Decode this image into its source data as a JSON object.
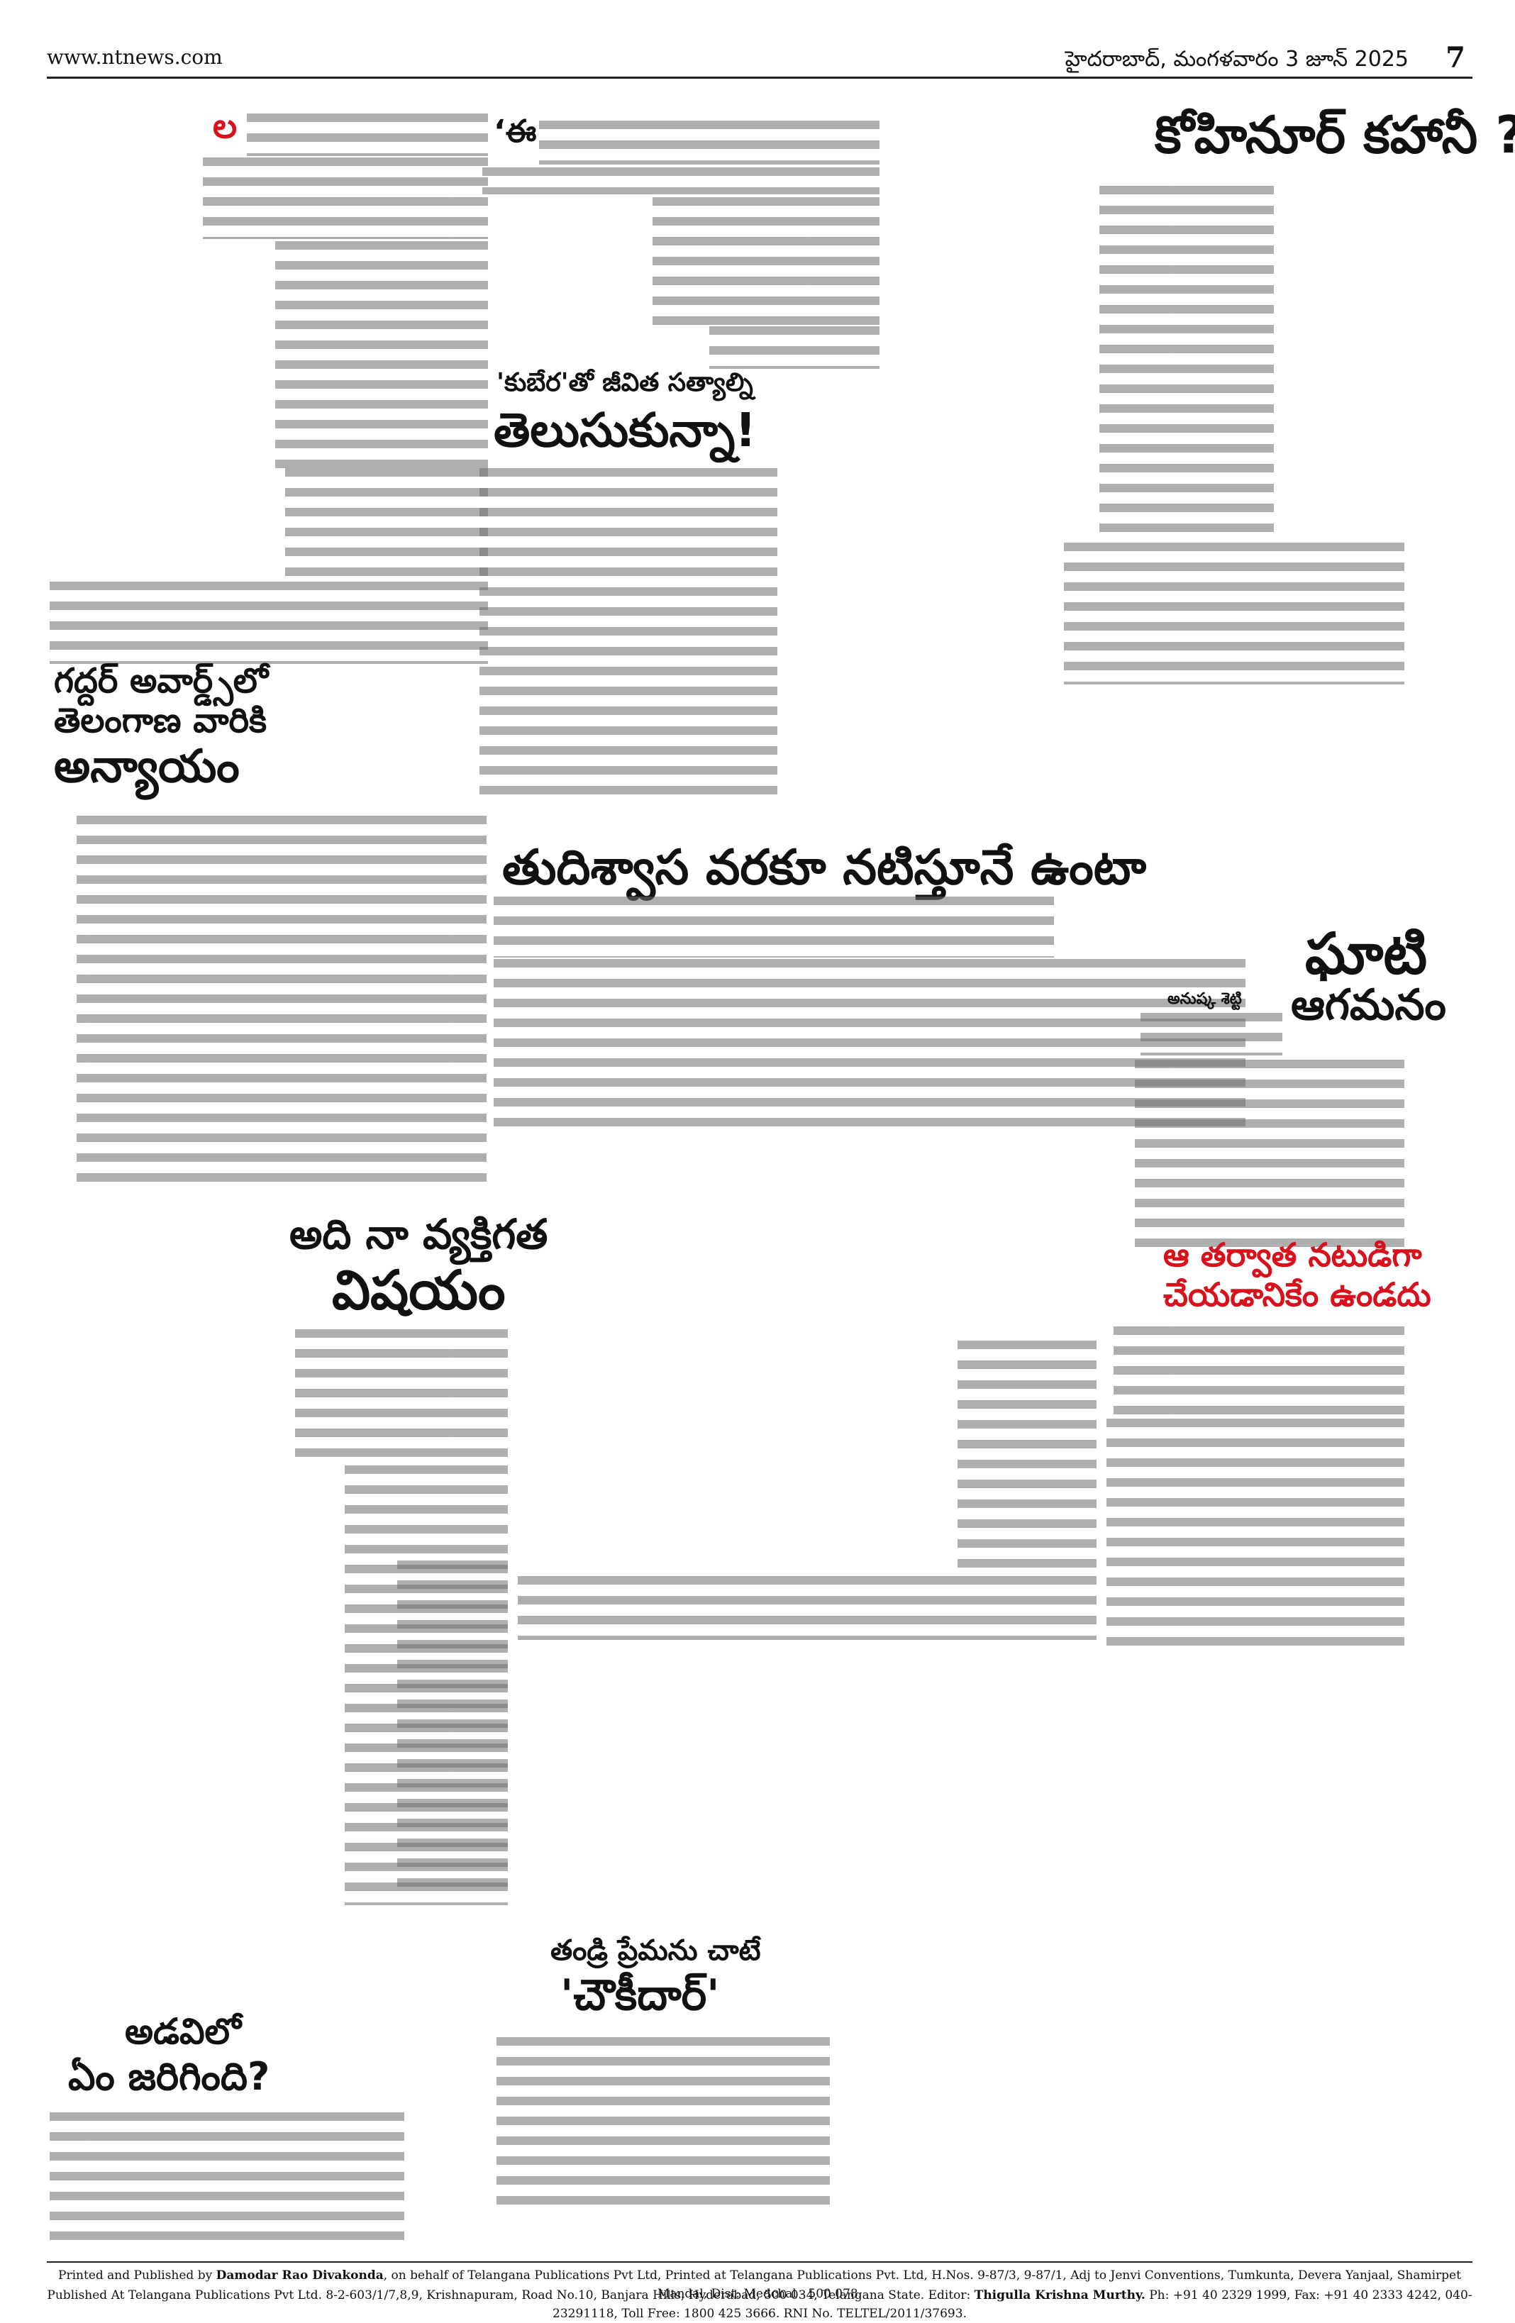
{
  "masthead": {
    "url": "www.ntnews.com",
    "dateline": "హైదరాబాద్, మంగళవారం 3 జూన్ 2025",
    "page_number": "7"
  },
  "articles": {
    "kohinoor": {
      "headline": "కోహినూర్ కహానీ ?"
    },
    "kubera": {
      "kicker": "'కుబేర'తో జీవిత సత్యాల్ని",
      "headline": "తెలుసుకున్నా!"
    },
    "gaddar": {
      "line1": "గద్దర్ అవార్డ్స్‌లో",
      "line2": "తెలంగాణ వారికి",
      "line3": "అన్యాయం"
    },
    "tudiswasa": {
      "headline": "తుదిశ్వాస వరకూ నటిస్తూనే ఉంటా"
    },
    "ghaati": {
      "line1": "ఘాటి",
      "line2": "ఆగమనం",
      "byline": "అనుష్క శెట్టి"
    },
    "personal": {
      "line1": "అది నా వ్యక్తిగత",
      "line2": "విషయం"
    },
    "aamir": {
      "line1": "ఆ తర్వాత నటుడిగా",
      "line2": "చేయడానికేం ఉండదు"
    },
    "chowkidar": {
      "kicker": "తండ్రి ప్రేమను చాటే",
      "headline": "'చౌకీదార్'"
    },
    "adavi": {
      "line1": "అడవిలో",
      "line2": "ఏం జరిగింది?"
    }
  },
  "footer": {
    "line1_prefix": "Printed and Published by",
    "publisher": "Damodar Rao Divakonda",
    "line1_rest": ", on behalf of Telangana Publications Pvt Ltd, Printed at Telangana Publications Pvt. Ltd, H.Nos. 9-87/3, 9-87/1, Adj to Jenvi Conventions, Tumkunta, Devera Yanjaal, Shamirpet Mandal, Dist: Medchal - 500 078.",
    "line2_prefix": "Published At Telangana Publications Pvt Ltd. 8-2-603/1/7,8,9, Krishnapuram, Road No.10, Banjara Hills, Hyderabad, 500 034, Telangana State.   Editor:",
    "editor": "Thigulla Krishna Murthy.",
    "line2_rest": " Ph: +91 40 2329 1999, Fax: +91 40 2333 4242, 040-23291118, Toll Free: 1800 425 3666. RNI No. TELTEL/2011/37693."
  }
}
